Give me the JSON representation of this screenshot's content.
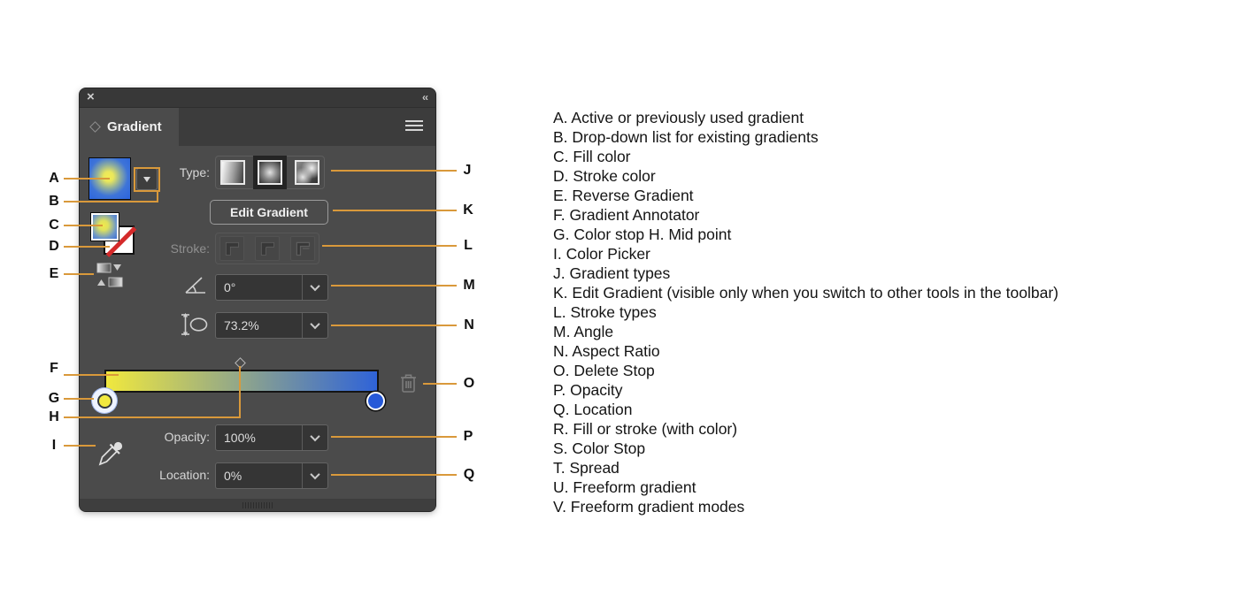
{
  "panel": {
    "close_icon": "×",
    "collapse_icon": "‹‹",
    "tab_label": "Gradient",
    "type_label": "Type:",
    "edit_gradient_button": "Edit Gradient",
    "stroke_label": "Stroke:",
    "angle": {
      "value": "0°"
    },
    "aspect_ratio": {
      "value": "73.2%"
    },
    "opacity": {
      "label": "Opacity:",
      "value": "100%"
    },
    "location": {
      "label": "Location:",
      "value": "0%"
    },
    "gradient": {
      "start_color": "#F0E83E",
      "end_color": "#2F63D8",
      "selected_stop": "start"
    },
    "colors": {
      "panel_body": "#4B4B4B",
      "panel_dark": "#383838",
      "leader_orange": "#D9993B"
    }
  },
  "annotations": {
    "letters": {
      "A": "A",
      "B": "B",
      "C": "C",
      "D": "D",
      "E": "E",
      "F": "F",
      "G": "G",
      "H": "H",
      "I": "I",
      "J": "J",
      "K": "K",
      "L": "L",
      "M": "M",
      "N": "N",
      "O": "O",
      "P": "P",
      "Q": "Q"
    }
  },
  "legend": {
    "items": [
      "A. Active or previously used gradient",
      "B. Drop-down list for existing gradients",
      "C. Fill color",
      "D. Stroke color",
      "E. Reverse Gradient",
      "F. Gradient Annotator",
      "G. Color stop H. Mid point",
      "I. Color Picker",
      "J. Gradient types",
      "K. Edit Gradient (visible only when you switch to other tools in the toolbar)",
      "L. Stroke types",
      "M. Angle",
      "N. Aspect Ratio",
      "O. Delete Stop",
      "P. Opacity",
      "Q. Location",
      "R. Fill or stroke (with color)",
      "S. Color Stop",
      "T. Spread",
      "U. Freeform gradient",
      "V. Freeform gradient modes"
    ]
  }
}
